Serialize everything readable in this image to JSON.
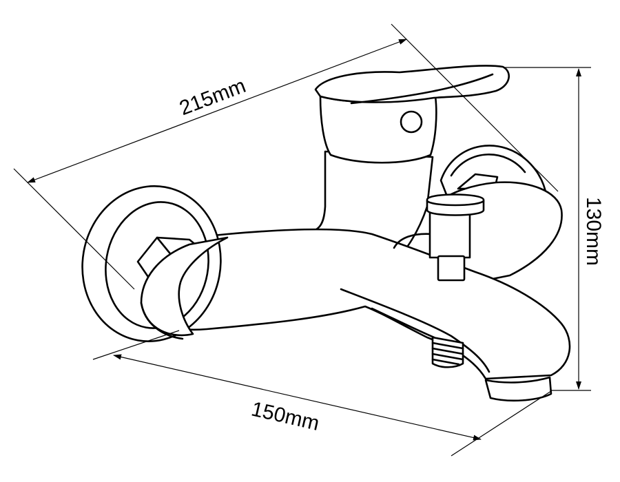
{
  "dimensions": {
    "overall_length": "215mm",
    "depth": "150mm",
    "height": "130mm"
  },
  "colors": {
    "line": "#000000",
    "background": "#ffffff"
  }
}
